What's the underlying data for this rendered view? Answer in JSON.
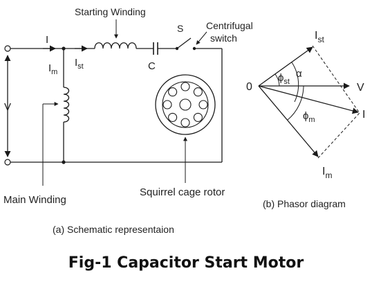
{
  "schematic": {
    "starting_winding": "Starting Winding",
    "switch_s": "S",
    "centrifugal_line1": "Centrifugal",
    "centrifugal_line2": "switch",
    "current_i": "I",
    "current_ist_main": "I",
    "current_ist_sub": "st",
    "current_im_main": "I",
    "current_im_sub": "m",
    "capacitor_c": "C",
    "voltage_v": "V",
    "main_winding": "Main Winding",
    "rotor_label": "Squirrel cage rotor",
    "caption": "(a) Schematic representaion"
  },
  "phasor": {
    "origin": "0",
    "v_label": "V",
    "i_label": "I",
    "ist_main": "I",
    "ist_sub": "st",
    "im_main": "I",
    "im_sub": "m",
    "phi_st_main": "ϕ",
    "phi_st_sub": "st",
    "alpha": "α",
    "phi_m_main": "ϕ",
    "phi_m_sub": "m",
    "caption": "(b) Phasor diagram"
  },
  "figure_title": "Fig-1 Capacitor Start Motor"
}
